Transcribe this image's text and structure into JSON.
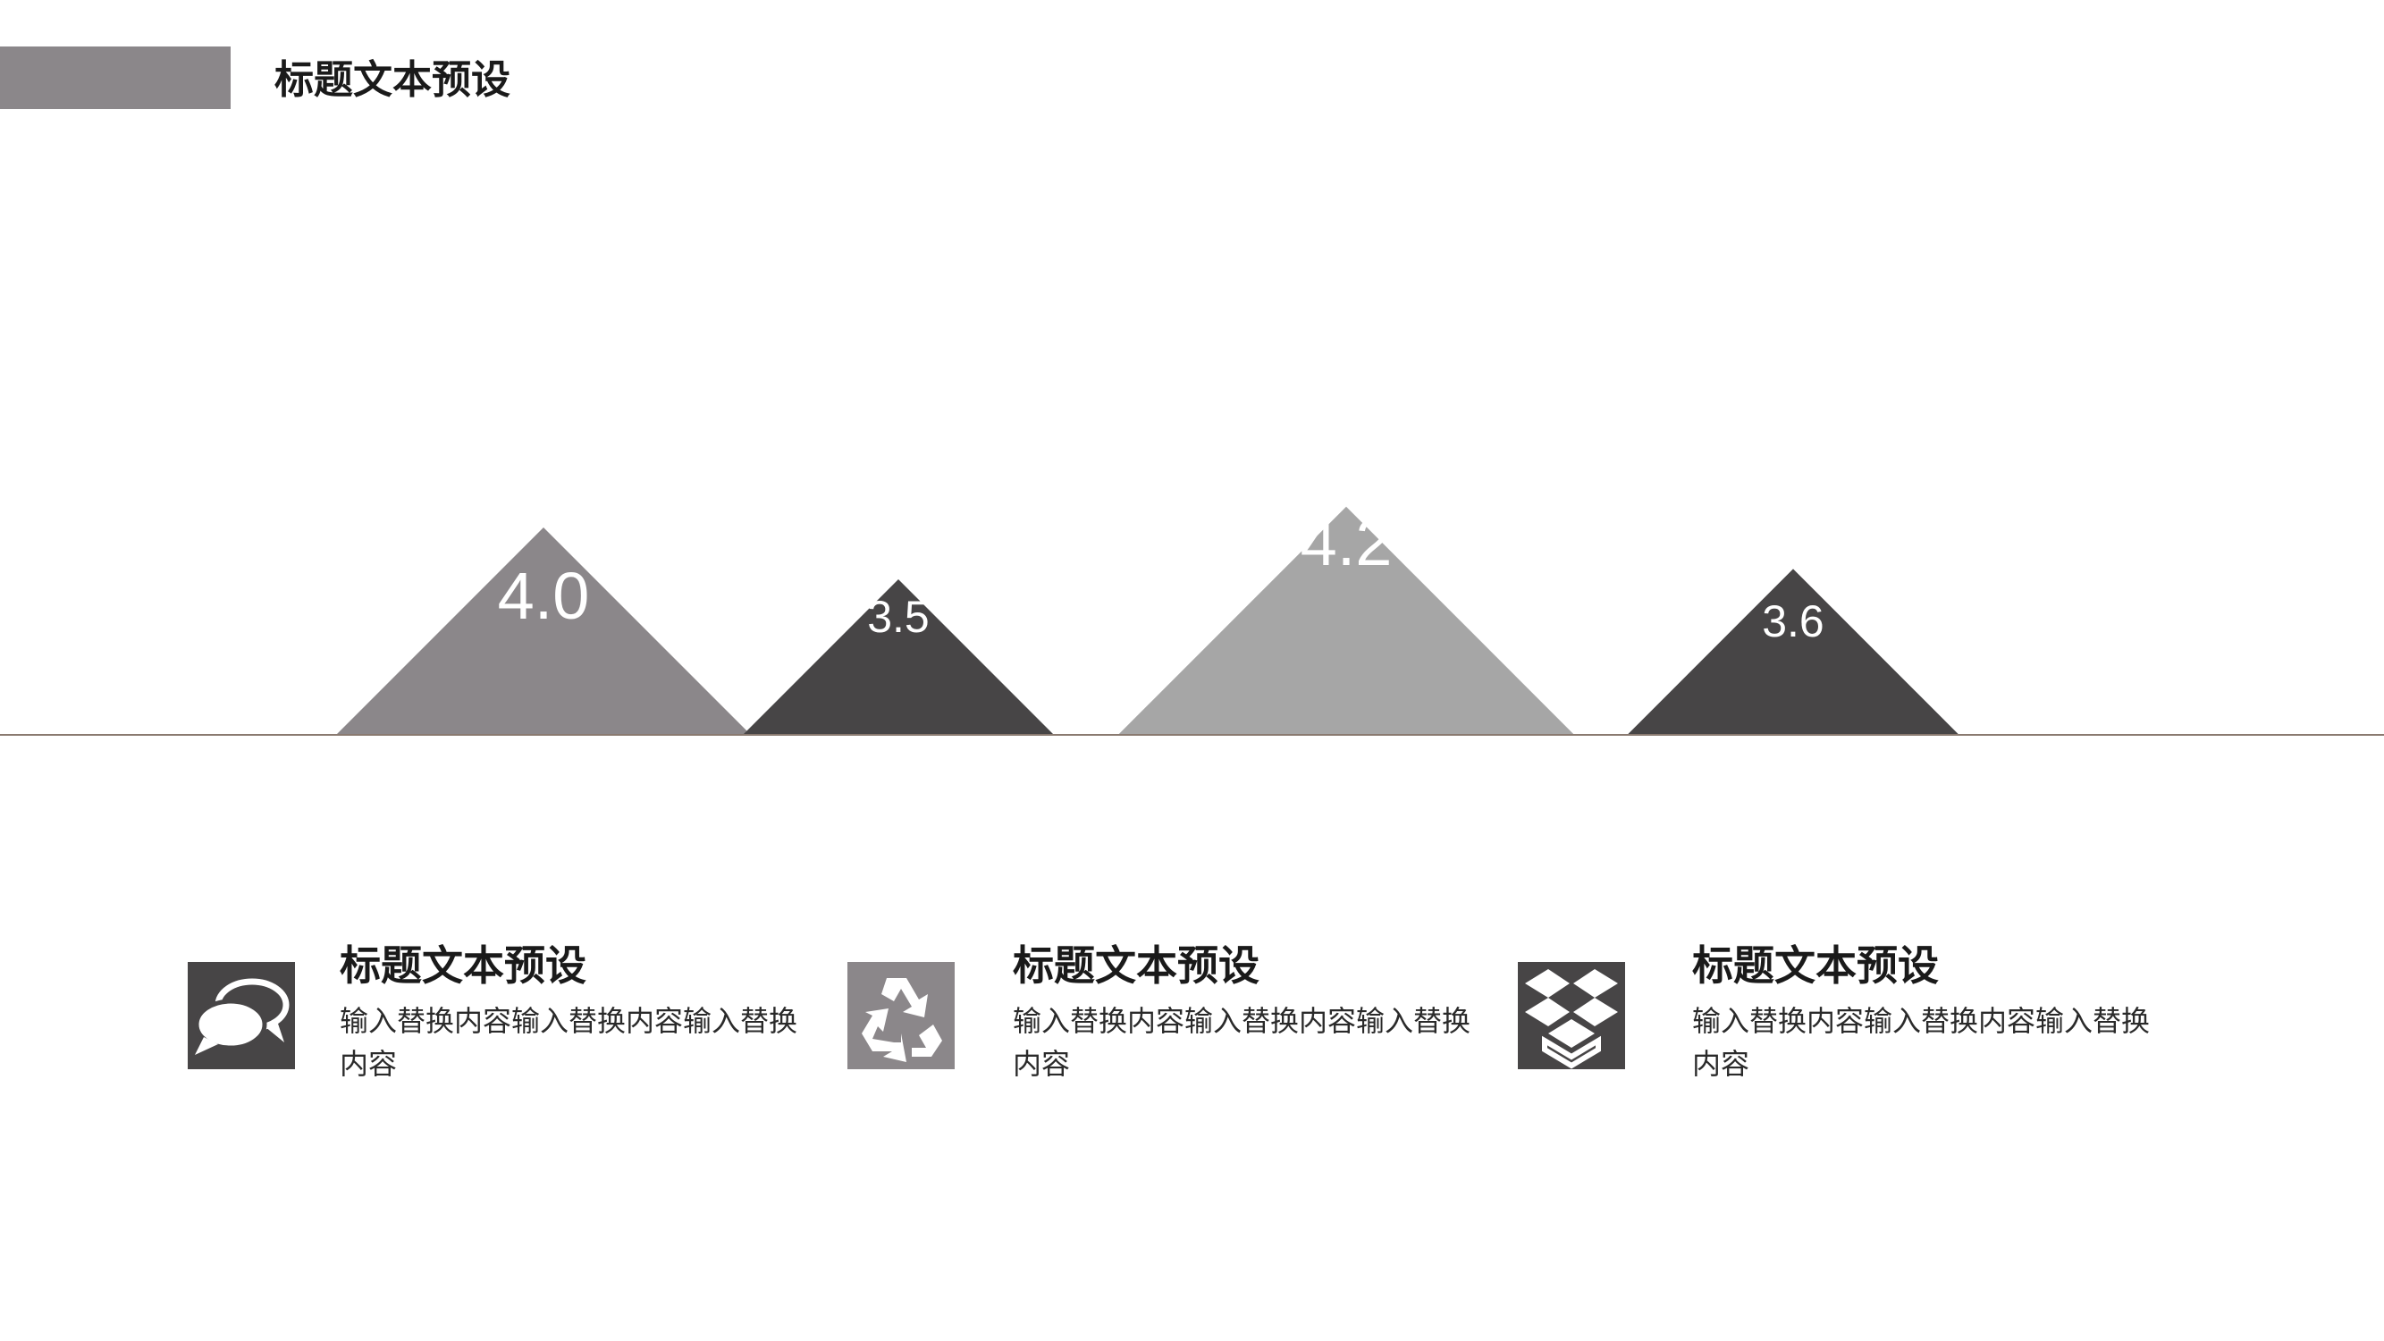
{
  "slide": {
    "title": "标题文本预设"
  },
  "colors": {
    "title_bar": "#8b878a",
    "baseline": "#8a7a70",
    "triangle_medium": "#8b878a",
    "triangle_dark": "#474546",
    "triangle_light": "#a6a6a6",
    "icon_dark": "#474546",
    "icon_medium": "#8b878a"
  },
  "chart_data": {
    "type": "bar",
    "shape": "triangle",
    "values": [
      4.0,
      3.5,
      4.2,
      3.6
    ],
    "labels": [
      "4.0",
      "3.5",
      "4.2",
      "3.6"
    ],
    "series_colors": [
      "#8b878a",
      "#474546",
      "#a6a6a6",
      "#474546"
    ],
    "title": "",
    "xlabel": "",
    "ylabel": "",
    "grid": false
  },
  "features": [
    {
      "icon": "chat-bubbles-icon",
      "title": "标题文本预设",
      "desc": "输入替换内容输入替换内容输入替换内容"
    },
    {
      "icon": "recycle-icon",
      "title": "标题文本预设",
      "desc": "输入替换内容输入替换内容输入替换内容"
    },
    {
      "icon": "dropbox-icon",
      "title": "标题文本预设",
      "desc": "输入替换内容输入替换内容输入替换内容"
    }
  ]
}
